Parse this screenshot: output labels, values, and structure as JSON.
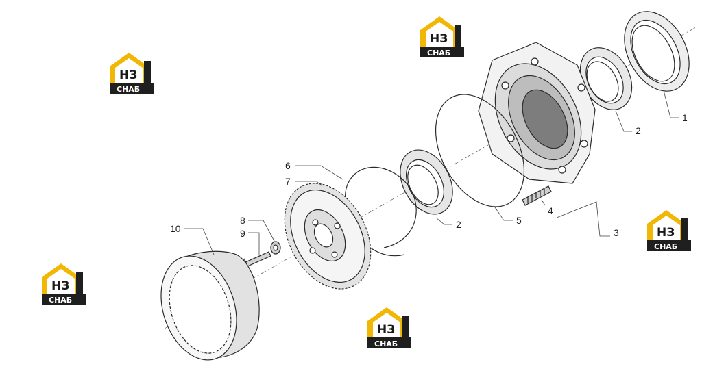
{
  "callouts": [
    {
      "id": "1",
      "label": "1"
    },
    {
      "id": "2a",
      "label": "2"
    },
    {
      "id": "2b",
      "label": "2"
    },
    {
      "id": "3",
      "label": "3"
    },
    {
      "id": "4",
      "label": "4"
    },
    {
      "id": "5",
      "label": "5"
    },
    {
      "id": "6",
      "label": "6"
    },
    {
      "id": "7",
      "label": "7"
    },
    {
      "id": "8",
      "label": "8"
    },
    {
      "id": "9",
      "label": "9"
    },
    {
      "id": "10",
      "label": "10"
    }
  ],
  "watermark": {
    "mark": "НЗ",
    "caption": "СНАБ",
    "colors": {
      "roof": "#f2b705",
      "dark": "#1f1f1f",
      "text": "#ffffff"
    }
  },
  "colors": {
    "line": "#2a2a2a",
    "fill_light": "#f4f4f4",
    "fill_mid": "#d9d9d9",
    "fill_dark": "#9a9a9a"
  }
}
